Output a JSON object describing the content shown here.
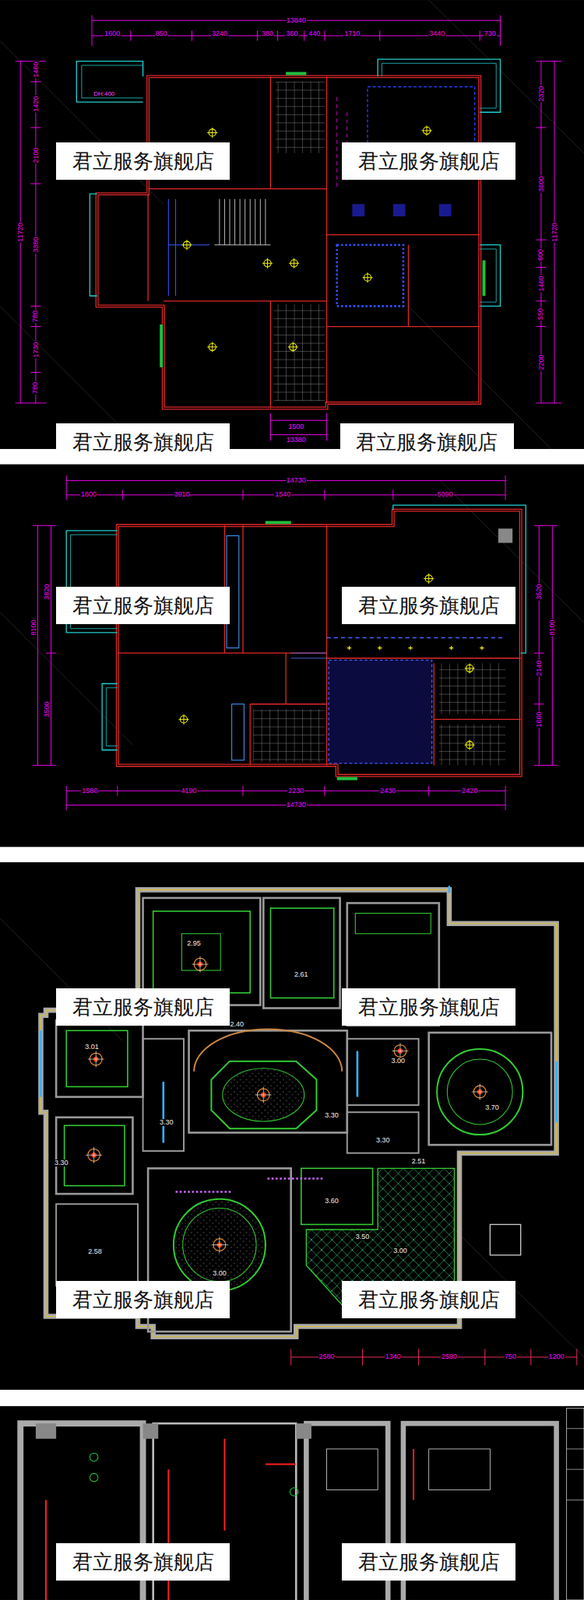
{
  "diagram": {
    "labels": [
      "13840",
      "1600",
      "850",
      "3240",
      "380",
      "360",
      "440",
      "1710",
      "3440",
      "730",
      "1460",
      "1420",
      "2100",
      "3380",
      "780",
      "1730",
      "780",
      "11720",
      "2320",
      "3600",
      "600",
      "1460",
      "550",
      "2200",
      "11720",
      "1500",
      "13380",
      "DH:400",
      "君立服务旗舰店",
      "君立服务旗舰店",
      "君立服务旗舰店",
      "君立服务旗舰店",
      "14730",
      "1600",
      "3910",
      "1540",
      "5090",
      "3820",
      "3500",
      "8100",
      "3520",
      "2140",
      "1660",
      "8100",
      "1580",
      "4190",
      "2230",
      "2430",
      "2420",
      "14730",
      "君立服务旗舰店",
      "君立服务旗舰店",
      "2.95",
      "2.61",
      "2.40",
      "3.01",
      "3.00",
      "3.70",
      "3.30",
      "3.30",
      "3.30",
      "3.30",
      "2.51",
      "3.60",
      "3.50",
      "3.00",
      "2.58",
      "3.00",
      "2580",
      "1340",
      "2580",
      "750",
      "1200",
      "君立服务旗舰店",
      "君立服务旗舰店",
      "君立服务旗舰店",
      "君立服务旗舰店",
      "君立服务旗舰店",
      "君立服务旗舰店"
    ]
  }
}
